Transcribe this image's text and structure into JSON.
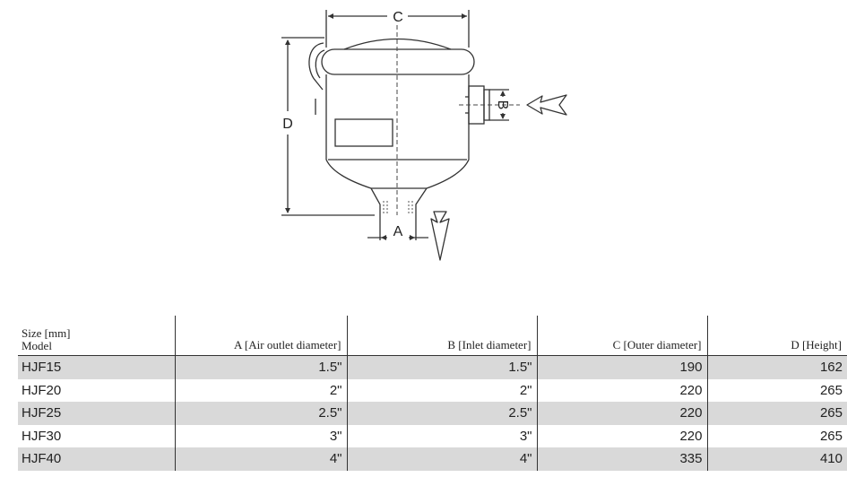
{
  "dimensions": {
    "c_label": "C",
    "d_label": "D",
    "b_label": "B",
    "a_label": "A"
  },
  "table": {
    "header": {
      "size_unit": "Size [mm]",
      "model": "Model",
      "col_a": "A [Air outlet diameter]",
      "col_b": "B [Inlet diameter]",
      "col_c": "C [Outer diameter]",
      "col_d": "D [Height]"
    },
    "rows": [
      {
        "model": "HJF15",
        "a": "1.5\"",
        "b": "1.5\"",
        "c": "190",
        "d": "162"
      },
      {
        "model": "HJF20",
        "a": "2\"",
        "b": "2\"",
        "c": "220",
        "d": "265"
      },
      {
        "model": "HJF25",
        "a": "2.5\"",
        "b": "2.5\"",
        "c": "220",
        "d": "265"
      },
      {
        "model": "HJF30",
        "a": "3\"",
        "b": "3\"",
        "c": "220",
        "d": "265"
      },
      {
        "model": "HJF40",
        "a": "4\"",
        "b": "4\"",
        "c": "335",
        "d": "410"
      }
    ]
  }
}
